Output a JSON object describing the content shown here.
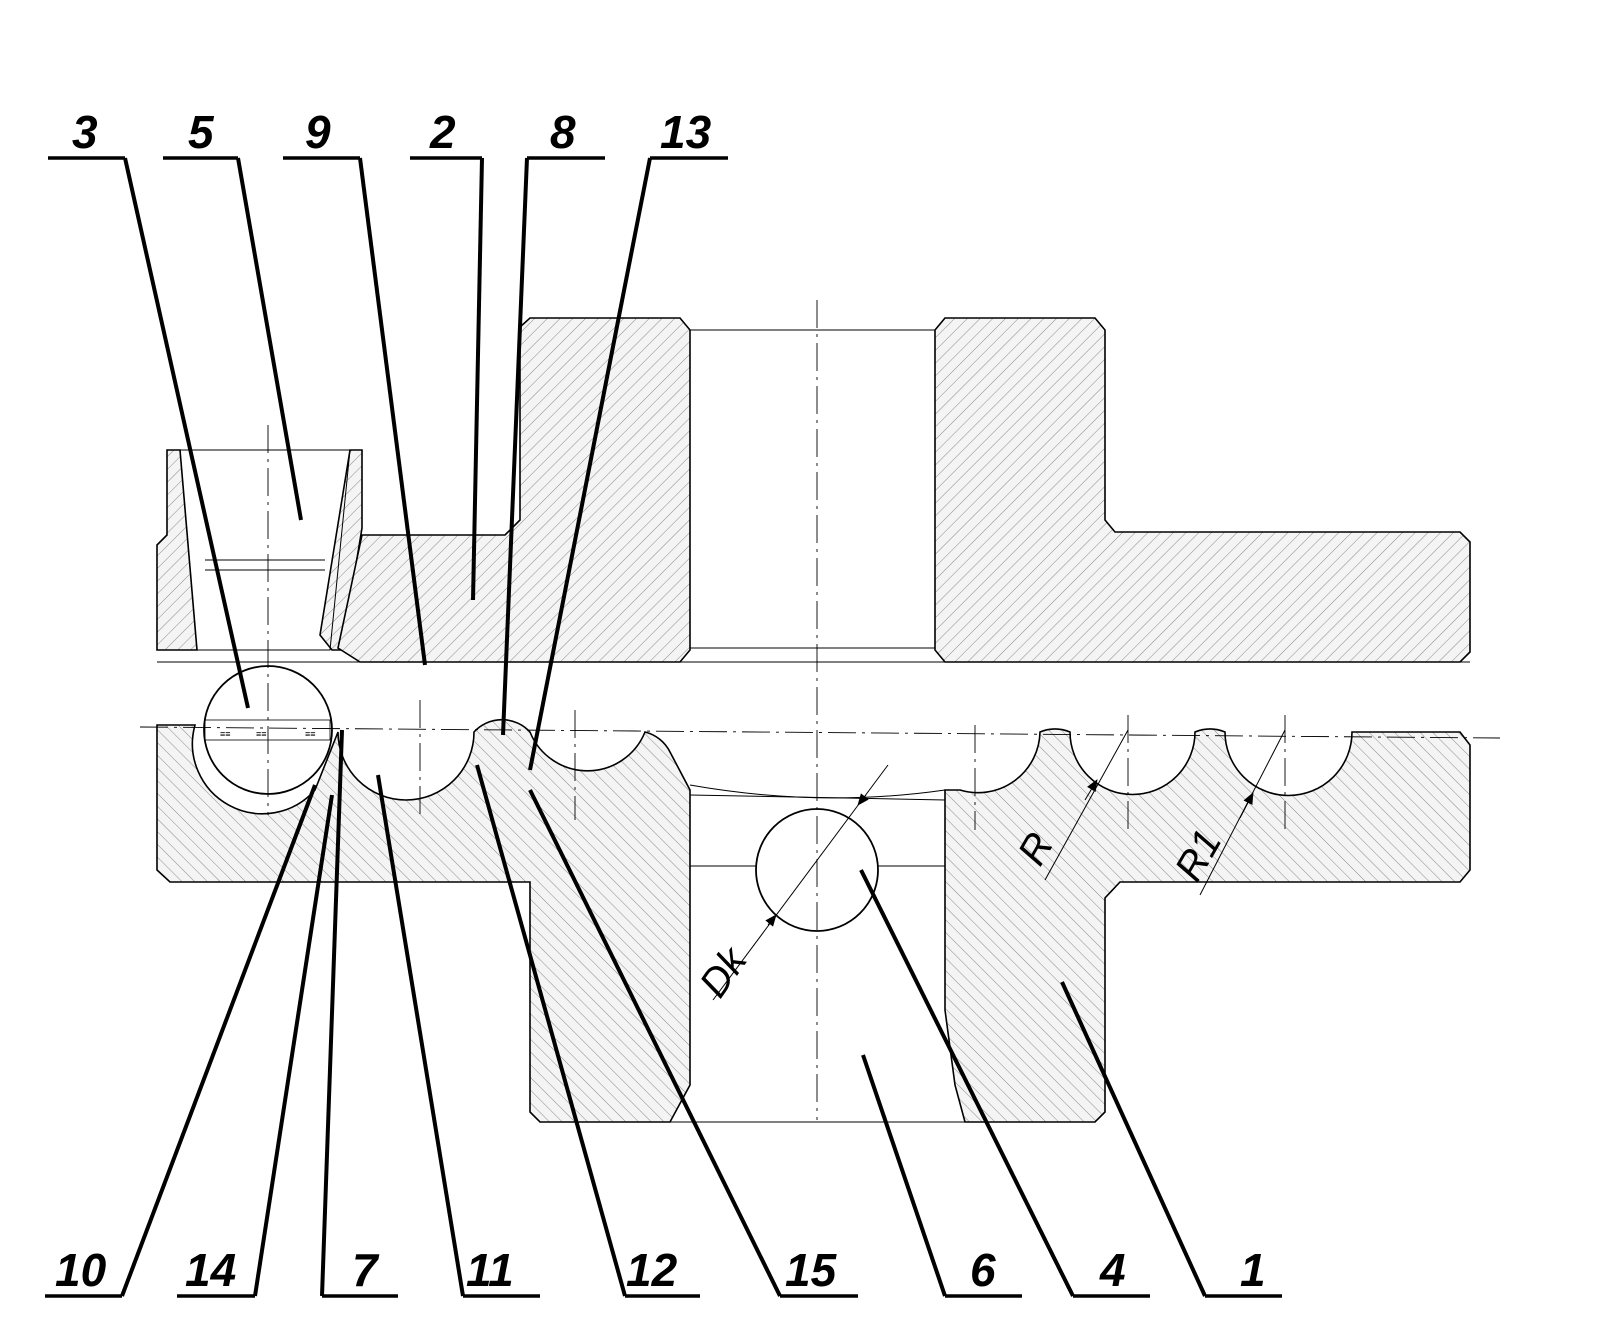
{
  "figure": {
    "top_callouts": [
      "3",
      "5",
      "9",
      "2",
      "8",
      "13"
    ],
    "bottom_callouts": [
      "10",
      "14",
      "7",
      "11",
      "12",
      "15",
      "6",
      "4",
      "1"
    ],
    "dimensions": {
      "radius": "R",
      "radius_1": "R1",
      "ball_diameter": "Dk"
    }
  }
}
